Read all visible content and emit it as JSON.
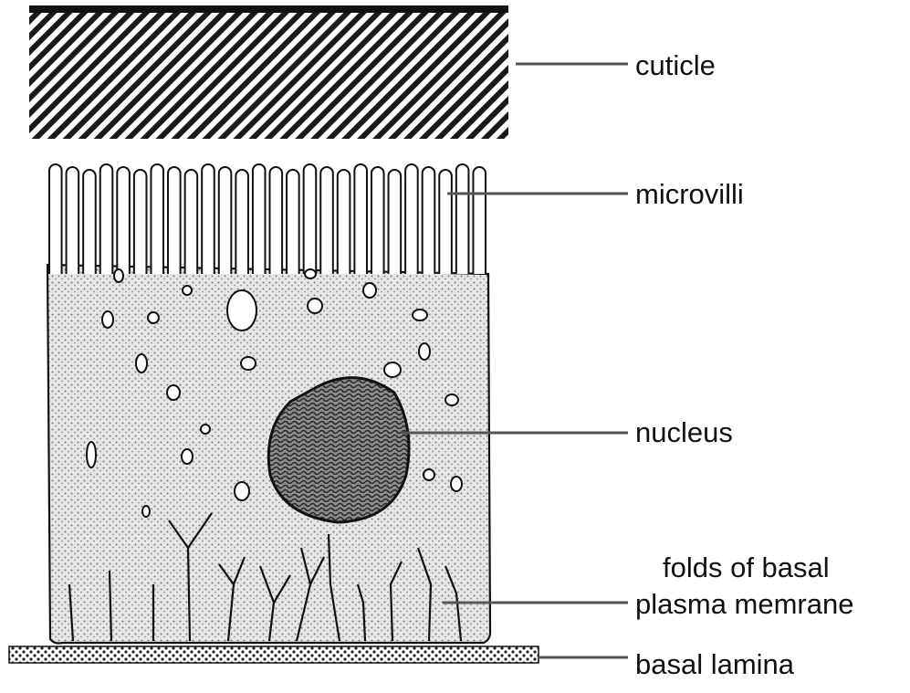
{
  "labels": {
    "cuticle": "cuticle",
    "microvilli": "microvilli",
    "nucleus": "nucleus",
    "folds_line1": "folds of basal",
    "folds_line2": "plasma memrane",
    "basal_lamina": "basal lamina"
  },
  "colors": {
    "ink": "#111111",
    "leader": "#555555",
    "cytoplasm": "#d9d9d9",
    "nucleus": "#6a6a6a",
    "background": "#ffffff"
  }
}
